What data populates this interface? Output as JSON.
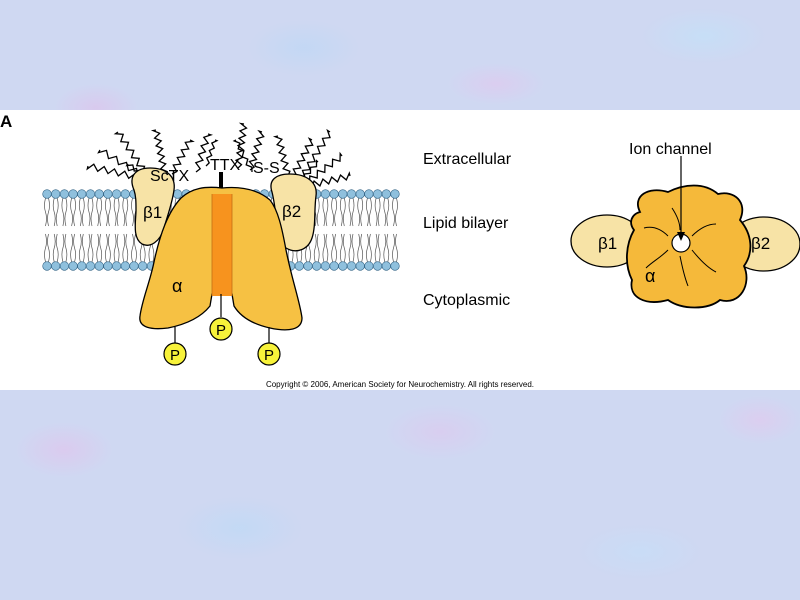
{
  "figure": {
    "panel_letter": "A",
    "toxin_labels": {
      "sctx": "ScTX",
      "ttx": "TTX",
      "disulfide": "S-S"
    },
    "subunits": {
      "beta1": "β1",
      "beta2": "β2",
      "alpha": "α"
    },
    "phosphate": "P",
    "regions": {
      "extracellular": "Extracellular",
      "lipid_bilayer": "Lipid bilayer",
      "cytoplasmic": "Cytoplasmic"
    },
    "ion_channel_label": "Ion channel",
    "copyright": "Copyright © 2006, American Society for Neurochemistry.  All rights reserved."
  },
  "colors": {
    "alpha_fill": "#f6c143",
    "pore_fill": "#f7931e",
    "beta_fill": "#f7e3a6",
    "lipid_head": "#8fc0dd",
    "phosphate_fill": "#f7f23a",
    "topview_alpha": "#f5b93a"
  }
}
